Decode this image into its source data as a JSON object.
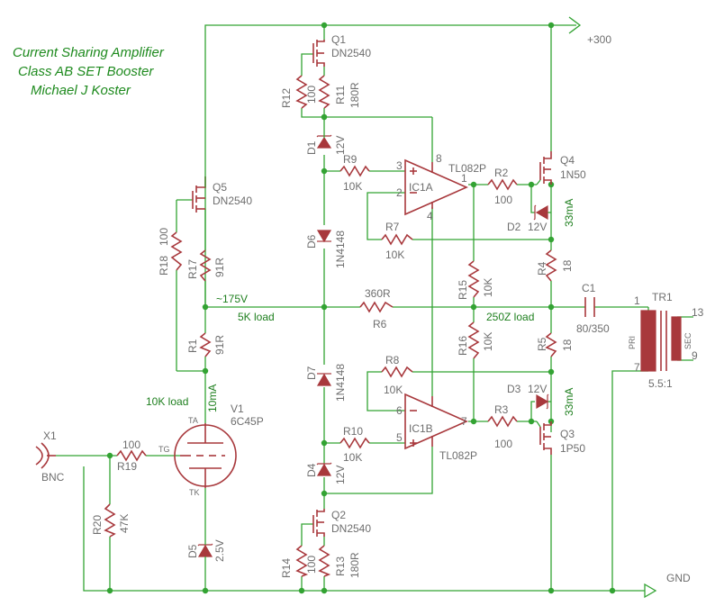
{
  "title": {
    "line1": "Current Sharing Amplifier",
    "line2": "Class AB SET Booster",
    "line3": "Michael J Koster"
  },
  "rails": {
    "supply": "+300",
    "ground": "GND"
  },
  "transistors": {
    "q1": {
      "name": "Q1",
      "part": "DN2540"
    },
    "q2": {
      "name": "Q2",
      "part": "DN2540"
    },
    "q3": {
      "name": "Q3",
      "part": "1P50"
    },
    "q4": {
      "name": "Q4",
      "part": "1N50"
    },
    "q5": {
      "name": "Q5",
      "part": "DN2540"
    }
  },
  "resistors": {
    "r1": {
      "name": "R1",
      "value": "91R"
    },
    "r2": {
      "name": "R2",
      "value": "100"
    },
    "r3": {
      "name": "R3",
      "value": "100"
    },
    "r4": {
      "name": "R4",
      "value": "18"
    },
    "r5": {
      "name": "R5",
      "value": "18"
    },
    "r6": {
      "name": "R6",
      "value": "360R"
    },
    "r7": {
      "name": "R7",
      "value": "10K"
    },
    "r8": {
      "name": "R8",
      "value": "10K"
    },
    "r9": {
      "name": "R9",
      "value": "10K"
    },
    "r10": {
      "name": "R10",
      "value": "10K"
    },
    "r11": {
      "name": "R11",
      "value": "180R"
    },
    "r12": {
      "name": "R12",
      "value": "100"
    },
    "r13": {
      "name": "R13",
      "value": "180R"
    },
    "r14": {
      "name": "R14",
      "value": "100"
    },
    "r15": {
      "name": "R15",
      "value": "10K"
    },
    "r16": {
      "name": "R16",
      "value": "10K"
    },
    "r17": {
      "name": "R17",
      "value": "91R"
    },
    "r18": {
      "name": "R18",
      "value": "100"
    },
    "r19": {
      "name": "R19",
      "value": "100"
    },
    "r20": {
      "name": "R20",
      "value": "47K"
    }
  },
  "diodes": {
    "d1": {
      "name": "D1",
      "value": "12V"
    },
    "d2": {
      "name": "D2",
      "value": "12V"
    },
    "d3": {
      "name": "D3",
      "value": "12V"
    },
    "d4": {
      "name": "D4",
      "value": "12V"
    },
    "d5": {
      "name": "D5",
      "value": "2.5V"
    },
    "d6": {
      "name": "D6",
      "value": "1N4148"
    },
    "d7": {
      "name": "D7",
      "value": "1N4148"
    }
  },
  "opamps": {
    "ic1a": {
      "name": "IC1A",
      "part": "TL082P",
      "pins": [
        "3",
        "2",
        "1",
        "8",
        "4"
      ]
    },
    "ic1b": {
      "name": "IC1B",
      "part": "TL082P",
      "pins": [
        "6",
        "5",
        "7"
      ]
    }
  },
  "capacitor": {
    "name": "C1",
    "value": "80/350"
  },
  "transformer": {
    "name": "TR1",
    "ratio": "5.5:1",
    "pri": "PRI",
    "sec": "SEC",
    "pins": [
      "1",
      "7",
      "13",
      "9"
    ]
  },
  "tube": {
    "name": "V1",
    "part": "6C45P",
    "anode": "TA",
    "grid": "TG",
    "cathode": "TK"
  },
  "connector": {
    "name": "X1",
    "part": "BNC"
  },
  "annotations": {
    "v175": "~175V",
    "load5k": "5K load",
    "load250": "250Z load",
    "ma33_top": "33mA",
    "ma33_bot": "33mA",
    "ma10": "10mA",
    "load10k": "10K load"
  }
}
